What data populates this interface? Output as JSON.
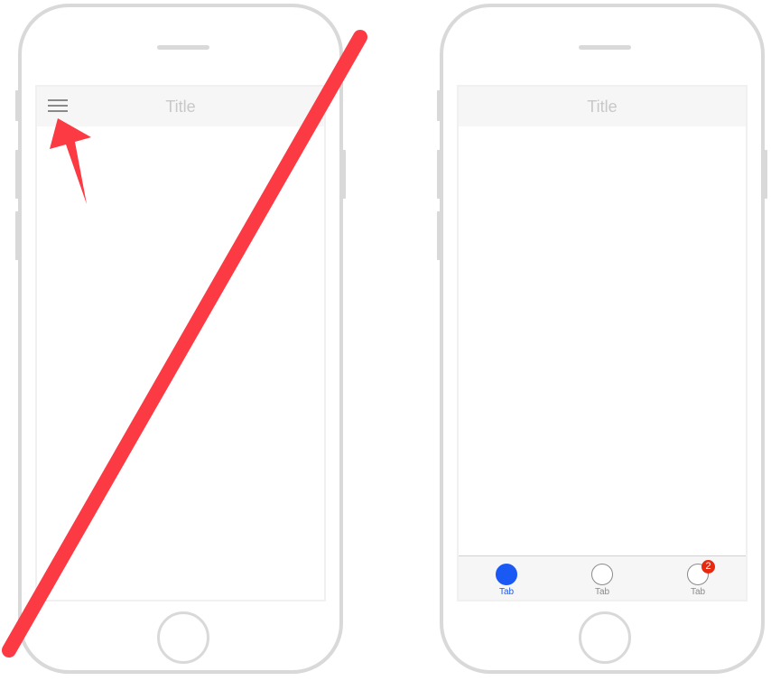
{
  "left_phone": {
    "nav_title": "Title",
    "menu_icon": "hamburger-menu-icon"
  },
  "right_phone": {
    "nav_title": "Title",
    "tabs": [
      {
        "label": "Tab",
        "icon": "circle-icon",
        "active": true
      },
      {
        "label": "Tab",
        "icon": "circle-icon",
        "active": false
      },
      {
        "label": "Tab",
        "icon": "circle-icon",
        "active": false,
        "badge": "2"
      }
    ]
  },
  "annotations": {
    "color": "#fb3a44",
    "arrow": "arrow-pointing-to-menu-icon",
    "strike": "diagonal-strike-line"
  },
  "colors": {
    "active_tab": "#1b59f5",
    "badge": "#e8290f",
    "device_outline": "#d9d9d9"
  }
}
